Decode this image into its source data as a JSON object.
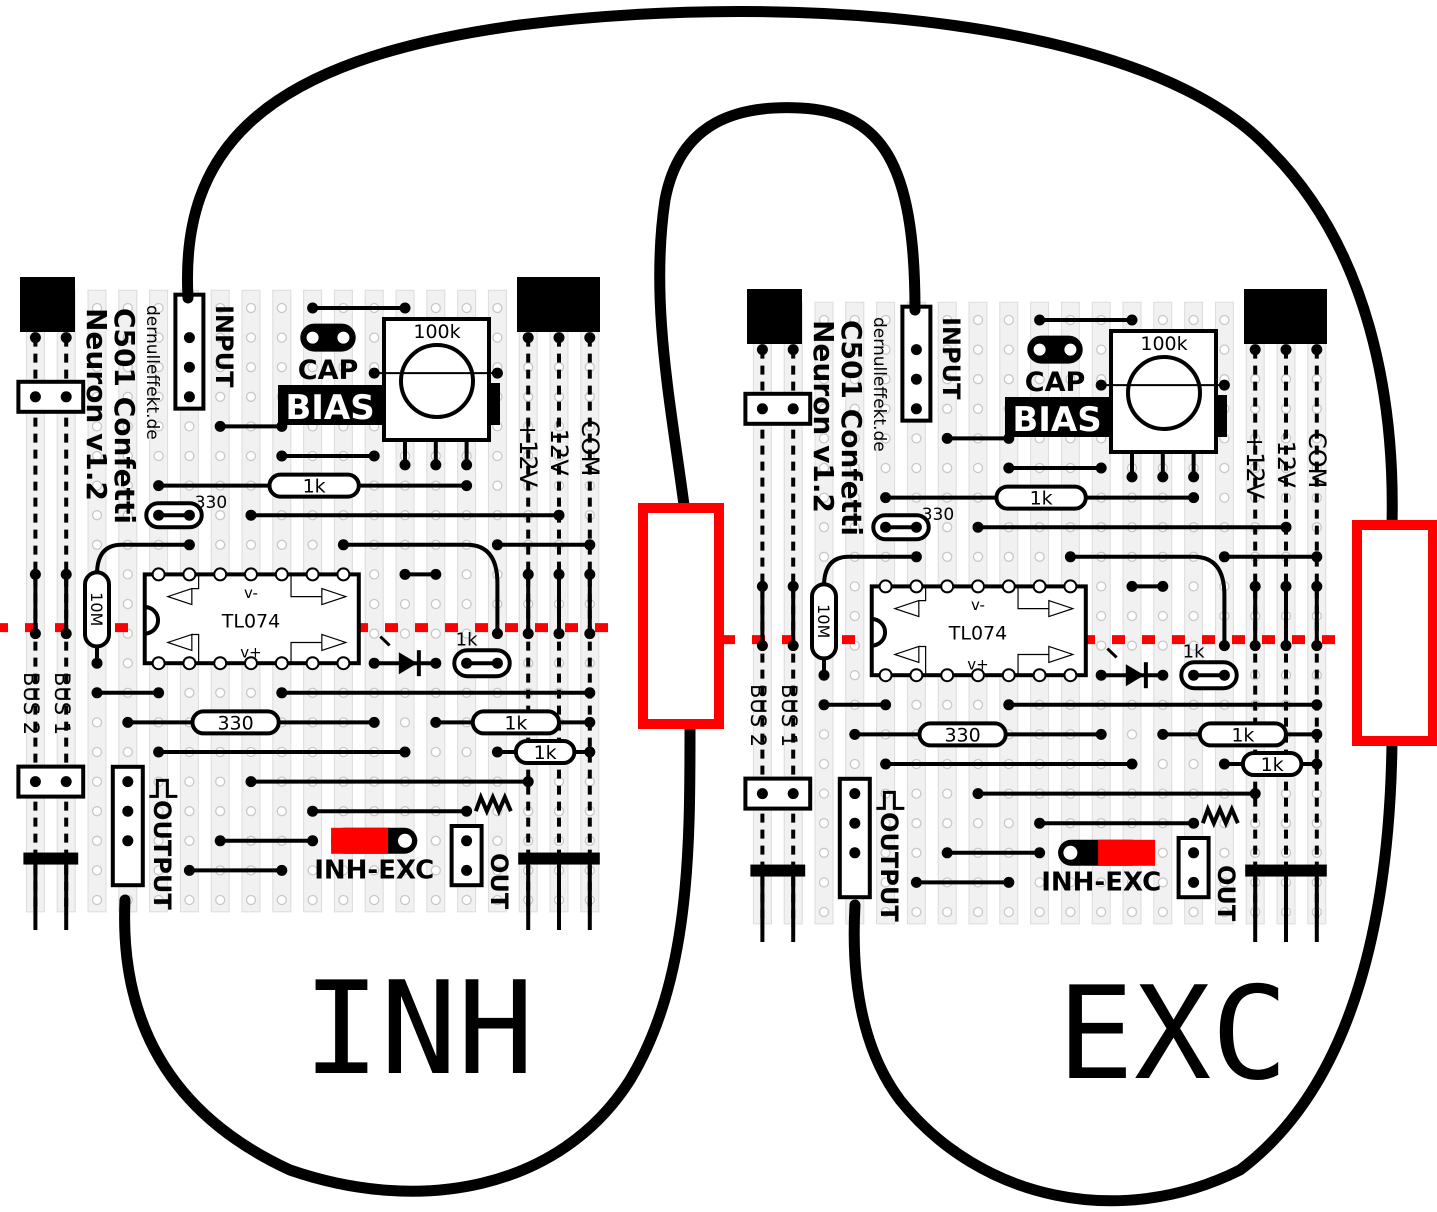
{
  "labels": {
    "title": "C501 Confetti",
    "version": "Neuron v1.2",
    "site": "dernulleffekt.de",
    "input": "INPUT",
    "output": "OUTPUT",
    "out": "OUT",
    "cap": "CAP",
    "bias": "BIAS",
    "pot": "100k",
    "ic": "TL074",
    "v_minus": "v-",
    "v_plus": "v+",
    "r_10m": "10M",
    "r_1k": "1k",
    "r_330": "330",
    "plus12": "+12V",
    "minus12": "-12V",
    "com": "COM",
    "bus1": "BUS 1",
    "bus2": "BUS 2",
    "switch": "INH-EXC"
  },
  "boards": [
    {
      "mode": "INH",
      "switch_position": "INH"
    },
    {
      "mode": "EXC",
      "switch_position": "EXC"
    }
  ],
  "colors": {
    "accent": "#ff0000",
    "ink": "#000000",
    "strip": "#f1f1f1",
    "hole": "#c8c8c8"
  }
}
